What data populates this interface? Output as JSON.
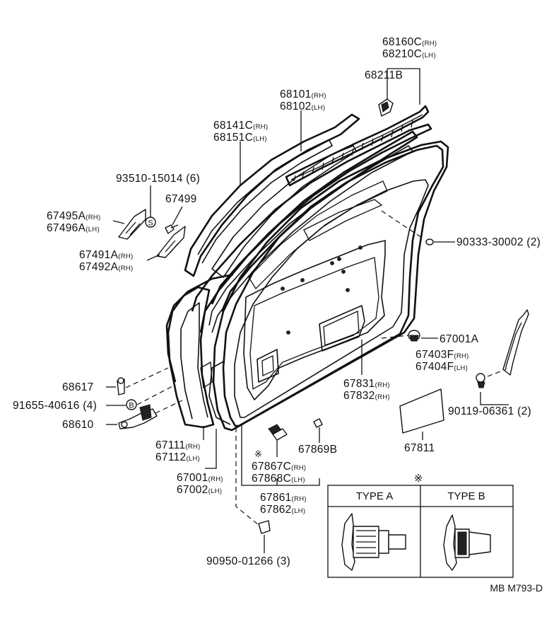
{
  "callouts": [
    {
      "key": "c68160",
      "parts": [
        [
          "68160C",
          "(RH)"
        ],
        [
          "68210C",
          "(LH)"
        ]
      ]
    },
    {
      "key": "c68211",
      "parts": [
        [
          "68211B",
          ""
        ]
      ]
    },
    {
      "key": "c68101",
      "parts": [
        [
          "68101",
          "(RH)"
        ],
        [
          "68102",
          "(LH)"
        ]
      ]
    },
    {
      "key": "c68141",
      "parts": [
        [
          "68141C",
          "(RH)"
        ],
        [
          "68151C",
          "(LH)"
        ]
      ]
    },
    {
      "key": "c93510",
      "parts": [
        [
          "93510-15014 (6)",
          ""
        ]
      ]
    },
    {
      "key": "c67499",
      "parts": [
        [
          "67499",
          ""
        ]
      ]
    },
    {
      "key": "c67495",
      "parts": [
        [
          "67495A",
          "(RH)"
        ],
        [
          "67496A",
          "(LH)"
        ]
      ]
    },
    {
      "key": "c67491",
      "parts": [
        [
          "67491A",
          "(RH)"
        ],
        [
          "67492A",
          "(RH)"
        ]
      ]
    },
    {
      "key": "c90333",
      "parts": [
        [
          "90333-30002 (2)",
          ""
        ]
      ]
    },
    {
      "key": "c67001a",
      "parts": [
        [
          "67001A",
          ""
        ]
      ]
    },
    {
      "key": "c67403",
      "parts": [
        [
          "67403F",
          "(RH)"
        ],
        [
          "67404F",
          "(LH)"
        ]
      ]
    },
    {
      "key": "c90119",
      "parts": [
        [
          "90119-06361 (2)",
          ""
        ]
      ]
    },
    {
      "key": "c67831",
      "parts": [
        [
          "67831",
          "(RH)"
        ],
        [
          "67832",
          "(RH)"
        ]
      ]
    },
    {
      "key": "c68617",
      "parts": [
        [
          "68617",
          ""
        ]
      ]
    },
    {
      "key": "c91655",
      "parts": [
        [
          "91655-40616 (4)",
          ""
        ]
      ]
    },
    {
      "key": "c68610",
      "parts": [
        [
          "68610",
          ""
        ]
      ]
    },
    {
      "key": "c67111",
      "parts": [
        [
          "67111",
          "(RH)"
        ],
        [
          "67112",
          "(LH)"
        ]
      ]
    },
    {
      "key": "c67001",
      "parts": [
        [
          "67001",
          "(RH)"
        ],
        [
          "67002",
          "(LH)"
        ]
      ]
    },
    {
      "key": "c67869",
      "parts": [
        [
          "67869B",
          ""
        ]
      ]
    },
    {
      "key": "c67867",
      "parts": [
        [
          "67867C",
          "(RH)"
        ],
        [
          "67868C",
          "(LH)"
        ]
      ]
    },
    {
      "key": "c67861",
      "parts": [
        [
          "67861",
          "(RH)"
        ],
        [
          "67862",
          "(LH)"
        ]
      ]
    },
    {
      "key": "c67811",
      "parts": [
        [
          "67811",
          ""
        ]
      ]
    },
    {
      "key": "c90950",
      "parts": [
        [
          "90950-01266 (3)",
          ""
        ]
      ]
    }
  ],
  "symbols": {
    "s_mark": "S",
    "b_mark": "B",
    "ref_mark": "※"
  },
  "types_table": {
    "type_a": "TYPE A",
    "type_b": "TYPE B"
  },
  "drawing_code": "MB M793-D"
}
